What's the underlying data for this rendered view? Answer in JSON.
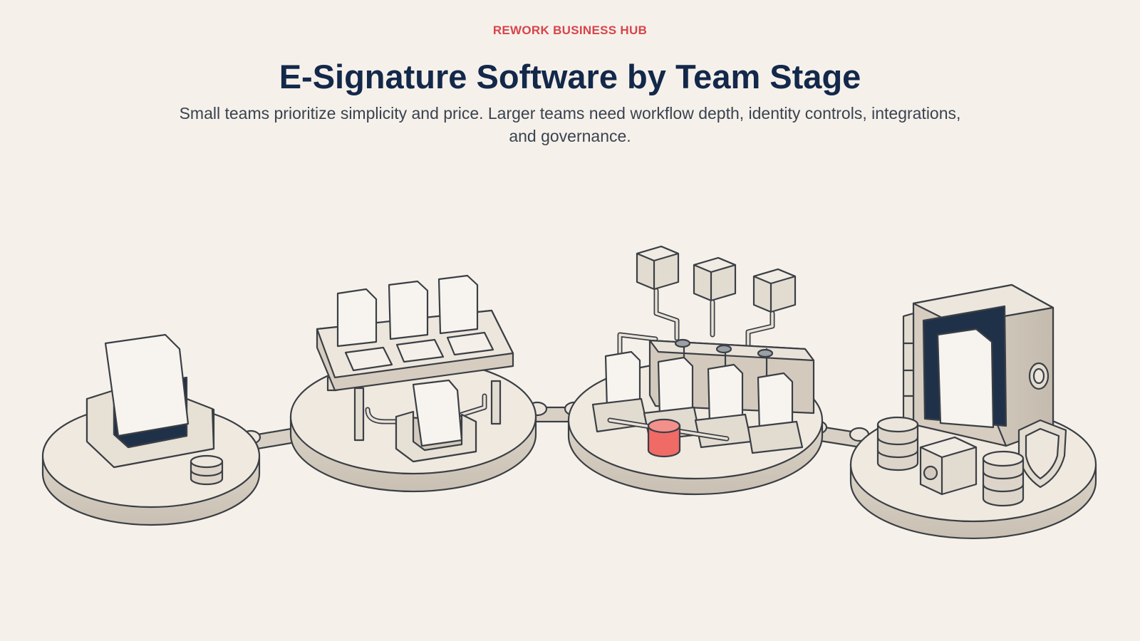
{
  "header": {
    "eyebrow": "REWORK BUSINESS HUB",
    "title": "E-Signature Software by Team Stage",
    "subtitle": "Small teams prioritize simplicity and price. Larger teams need workflow depth, identity controls, integrations, and governance."
  },
  "colors": {
    "background": "#f5f1ea",
    "eyebrow": "#d9434b",
    "title": "#13284a",
    "accent": "#f06a66",
    "dark_panel": "#1f3149"
  },
  "stages": [
    {
      "icon": "document-tray-icon"
    },
    {
      "icon": "document-workbench-icon"
    },
    {
      "icon": "integration-hub-icon"
    },
    {
      "icon": "secure-vault-icon"
    }
  ]
}
